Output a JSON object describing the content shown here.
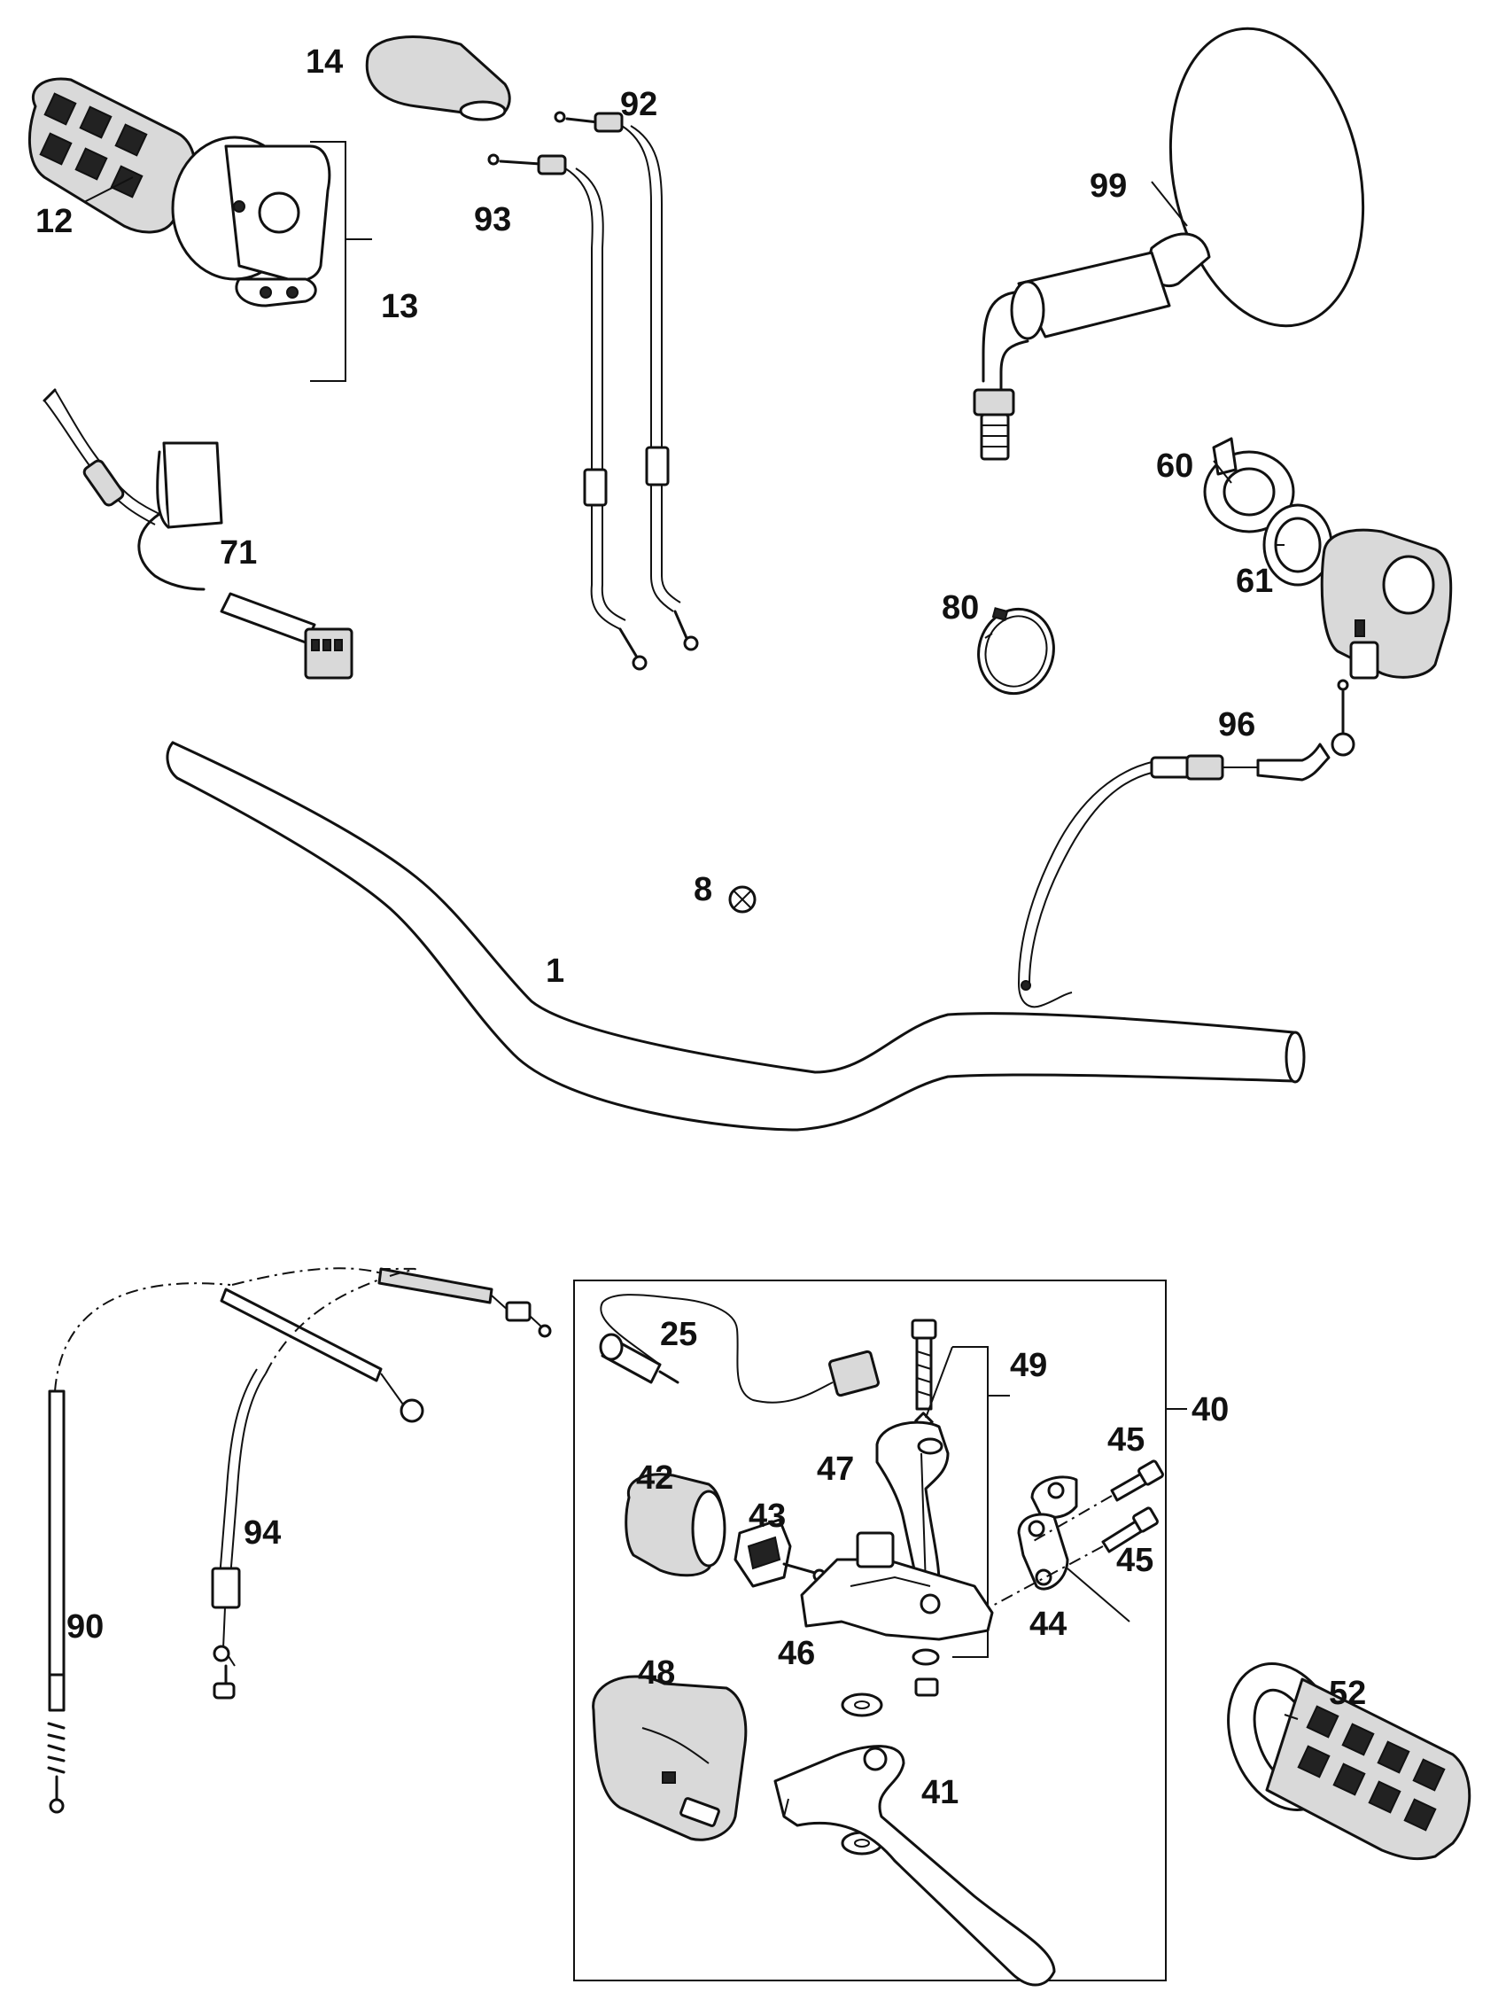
{
  "part_numbers": {
    "p1": "1",
    "p8": "8",
    "p12": "12",
    "p13": "13",
    "p14": "14",
    "p25": "25",
    "p40": "40",
    "p41": "41",
    "p42": "42",
    "p43": "43",
    "p44": "44",
    "p45a": "45",
    "p45b": "45",
    "p46": "46",
    "p47": "47",
    "p48": "48",
    "p49": "49",
    "p52": "52",
    "p60": "60",
    "p61": "61",
    "p71": "71",
    "p80": "80",
    "p90": "90",
    "p92": "92",
    "p93": "93",
    "p94": "94",
    "p96": "96",
    "p99": "99"
  }
}
